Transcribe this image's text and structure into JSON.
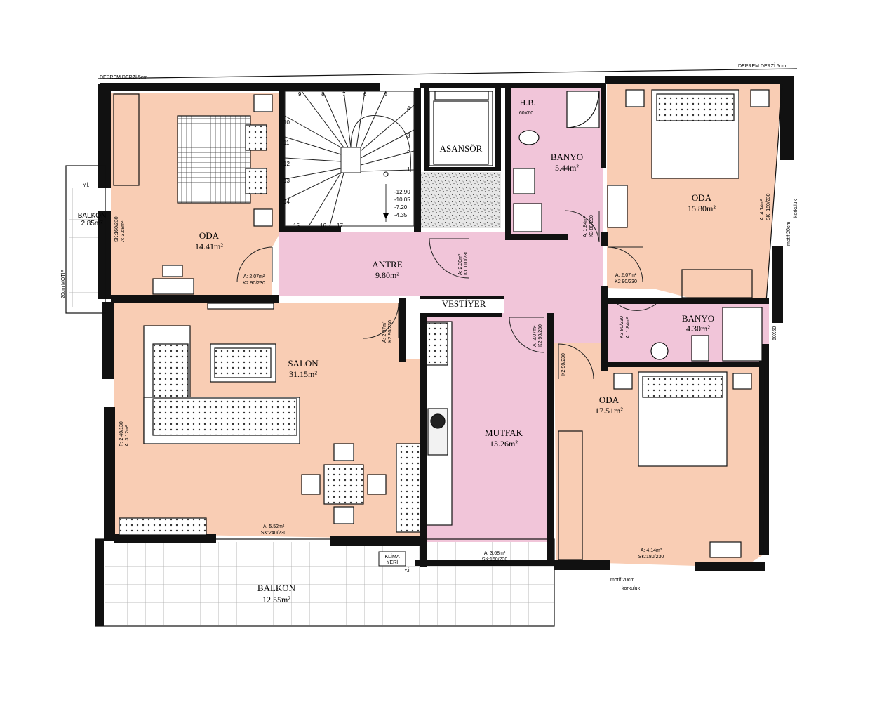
{
  "colors": {
    "room": "#f9cdb4",
    "wet": "#f1c5d9",
    "wall": "#111111",
    "hatch": "#d8d8d8"
  },
  "rooms": {
    "oda1": {
      "name": "ODA",
      "area": "14.41m²"
    },
    "oda2": {
      "name": "ODA",
      "area": "15.80m²"
    },
    "oda3": {
      "name": "ODA",
      "area": "17.51m²"
    },
    "banyo1": {
      "name": "BANYO",
      "area": "5.44m²"
    },
    "banyo2": {
      "name": "BANYO",
      "area": "4.30m²"
    },
    "antre": {
      "name": "ANTRE",
      "area": "9.80m²"
    },
    "salon": {
      "name": "SALON",
      "area": "31.15m²"
    },
    "mutfak": {
      "name": "MUTFAK",
      "area": "13.26m²"
    },
    "balkon_main": {
      "name": "BALKON",
      "area": "12.55m²"
    },
    "balkon_small": {
      "name": "BALKON",
      "area": "2.85m²"
    },
    "asansor": {
      "name": "ASANSÖR"
    },
    "vestiyer": {
      "name": "VESTİYER"
    },
    "hb": {
      "name": "H.B.",
      "size": "60X60"
    }
  },
  "labels": {
    "deprem1": "DEPREM DERZİ 5cm",
    "deprem2": "DEPREM DERZİ 5cm",
    "klima1": "KLİMA",
    "klima2": "YERİ",
    "motif_left": "20cm MOTİF",
    "motif_right": "motif 20cm",
    "motif_bottom": "motif 20cm",
    "korkuluk_right": "korkuluk",
    "korkuluk_bottom": "korkuluk",
    "yi1": "Y.İ.",
    "yi2": "Y.İ.",
    "sixty": "60X60"
  },
  "levels": [
    "-12.90",
    "-10.05",
    "-7.20",
    "-4.35"
  ],
  "stair_numbers": [
    "1",
    "2",
    "3",
    "4",
    "5",
    "6",
    "7",
    "8",
    "9",
    "10",
    "11",
    "12",
    "13",
    "14",
    "15",
    "16",
    "17"
  ],
  "openings": {
    "oda1_door": {
      "a": "A: 2.07m²",
      "b": "K2 90/230"
    },
    "oda1_win": {
      "a": "SK:160/230",
      "b": "A: 3.68m²"
    },
    "antre_door": {
      "a": "A: 2.30m²",
      "b": "K1 110/230"
    },
    "salon_door": {
      "a": "A: 2.07m²",
      "b": "K2 90/230"
    },
    "salon_win_bottom": {
      "a": "A: 5.52m²",
      "b": "SK:240/230"
    },
    "salon_win_left": {
      "a": "P: 2.40/130",
      "b": "A: 3.12m²"
    },
    "banyo1_door": {
      "a": "A: 1.84m²",
      "b": "K3 80/230"
    },
    "oda2_door": {
      "a": "A: 2.07m²",
      "b": "K2 90/230"
    },
    "oda2_win": {
      "a": "A: 4.14m²",
      "b": "SK: 180/230"
    },
    "banyo2_door": {
      "a": "K3 80/230",
      "b": "A: 1.84m²"
    },
    "mutfak_door": {
      "a": "A: 2.07m²",
      "b": "K2 90/230"
    },
    "mutfak_win": {
      "a": "A: 3.68m²",
      "b": "SK:160/230"
    },
    "oda3_door": {
      "a": "K2 90/230"
    },
    "oda3_win": {
      "a": "A: 4.14m²",
      "b": "SK:180/230"
    }
  }
}
